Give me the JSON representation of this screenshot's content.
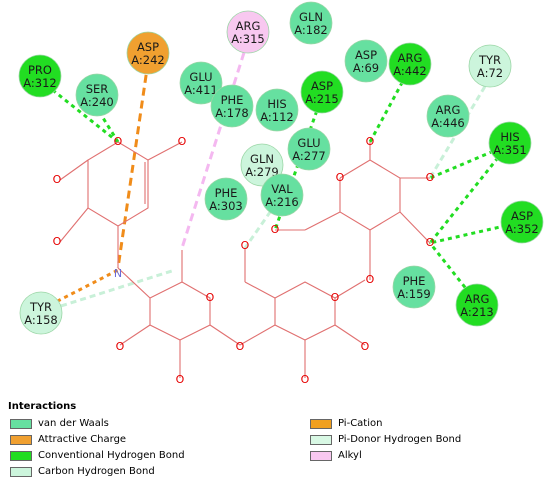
{
  "residues": [
    {
      "id": "PRO312",
      "name": "PRO",
      "chain": "A:312",
      "type": "conventional"
    },
    {
      "id": "SER240",
      "name": "SER",
      "chain": "A:240",
      "type": "vdw"
    },
    {
      "id": "ASP242",
      "name": "ASP",
      "chain": "A:242",
      "type": "attractive"
    },
    {
      "id": "ARG315",
      "name": "ARG",
      "chain": "A:315",
      "type": "alkyl"
    },
    {
      "id": "GLN182",
      "name": "GLN",
      "chain": "A:182",
      "type": "vdw"
    },
    {
      "id": "GLU411",
      "name": "GLU",
      "chain": "A:411",
      "type": "vdw"
    },
    {
      "id": "PHE178",
      "name": "PHE",
      "chain": "A:178",
      "type": "vdw"
    },
    {
      "id": "HIS112",
      "name": "HIS",
      "chain": "A:112",
      "type": "vdw"
    },
    {
      "id": "ASP215",
      "name": "ASP",
      "chain": "A:215",
      "type": "conventional"
    },
    {
      "id": "ASP69",
      "name": "ASP",
      "chain": "A:69",
      "type": "vdw"
    },
    {
      "id": "ARG442",
      "name": "ARG",
      "chain": "A:442",
      "type": "conventional"
    },
    {
      "id": "TYR72",
      "name": "TYR",
      "chain": "A:72",
      "type": "carbon"
    },
    {
      "id": "ARG446",
      "name": "ARG",
      "chain": "A:446",
      "type": "vdw"
    },
    {
      "id": "GLU277",
      "name": "GLU",
      "chain": "A:277",
      "type": "vdw"
    },
    {
      "id": "GLN279",
      "name": "GLN",
      "chain": "A:279",
      "type": "carbon"
    },
    {
      "id": "VAL216",
      "name": "VAL",
      "chain": "A:216",
      "type": "vdw"
    },
    {
      "id": "PHE303",
      "name": "PHE",
      "chain": "A:303",
      "type": "vdw"
    },
    {
      "id": "HIS351",
      "name": "HIS",
      "chain": "A:351",
      "type": "conventional"
    },
    {
      "id": "ASP352",
      "name": "ASP",
      "chain": "A:352",
      "type": "conventional"
    },
    {
      "id": "PHE159",
      "name": "PHE",
      "chain": "A:159",
      "type": "vdw"
    },
    {
      "id": "ARG213",
      "name": "ARG",
      "chain": "A:213",
      "type": "conventional"
    },
    {
      "id": "TYR158",
      "name": "TYR",
      "chain": "A:158",
      "type": "carbon"
    }
  ],
  "atom_labels": {
    "oxygen": "O",
    "nitrogen": "N"
  },
  "legend": {
    "title": "Interactions",
    "items": [
      {
        "key": "vdw",
        "label": "van der Waals",
        "color": "#66e0a0"
      },
      {
        "key": "attractive",
        "label": "Attractive Charge",
        "color": "#f0a030"
      },
      {
        "key": "conventional",
        "label": "Conventional Hydrogen Bond",
        "color": "#22dd22"
      },
      {
        "key": "carbon",
        "label": "Carbon Hydrogen Bond",
        "color": "#ccf5dc"
      },
      {
        "key": "pication",
        "label": "Pi-Cation",
        "color": "#f0a020"
      },
      {
        "key": "pidonor",
        "label": "Pi-Donor Hydrogen Bond",
        "color": "#d8f8e4"
      },
      {
        "key": "alkyl",
        "label": "Alkyl",
        "color": "#f8c8f0"
      }
    ]
  },
  "colors": {
    "vdw": "#66e0a0",
    "attractive": "#f0a030",
    "conventional": "#22dd22",
    "carbon": "#ccf5dc",
    "alkyl": "#f8c8f0",
    "pication": "#f08c1a",
    "hbond_line": "#22dd22",
    "carbon_line": "#c8f0d8",
    "alkyl_line": "#f4b8f0",
    "atom_oxygen": "#e60000",
    "atom_nitrogen": "#6b6bd6"
  }
}
